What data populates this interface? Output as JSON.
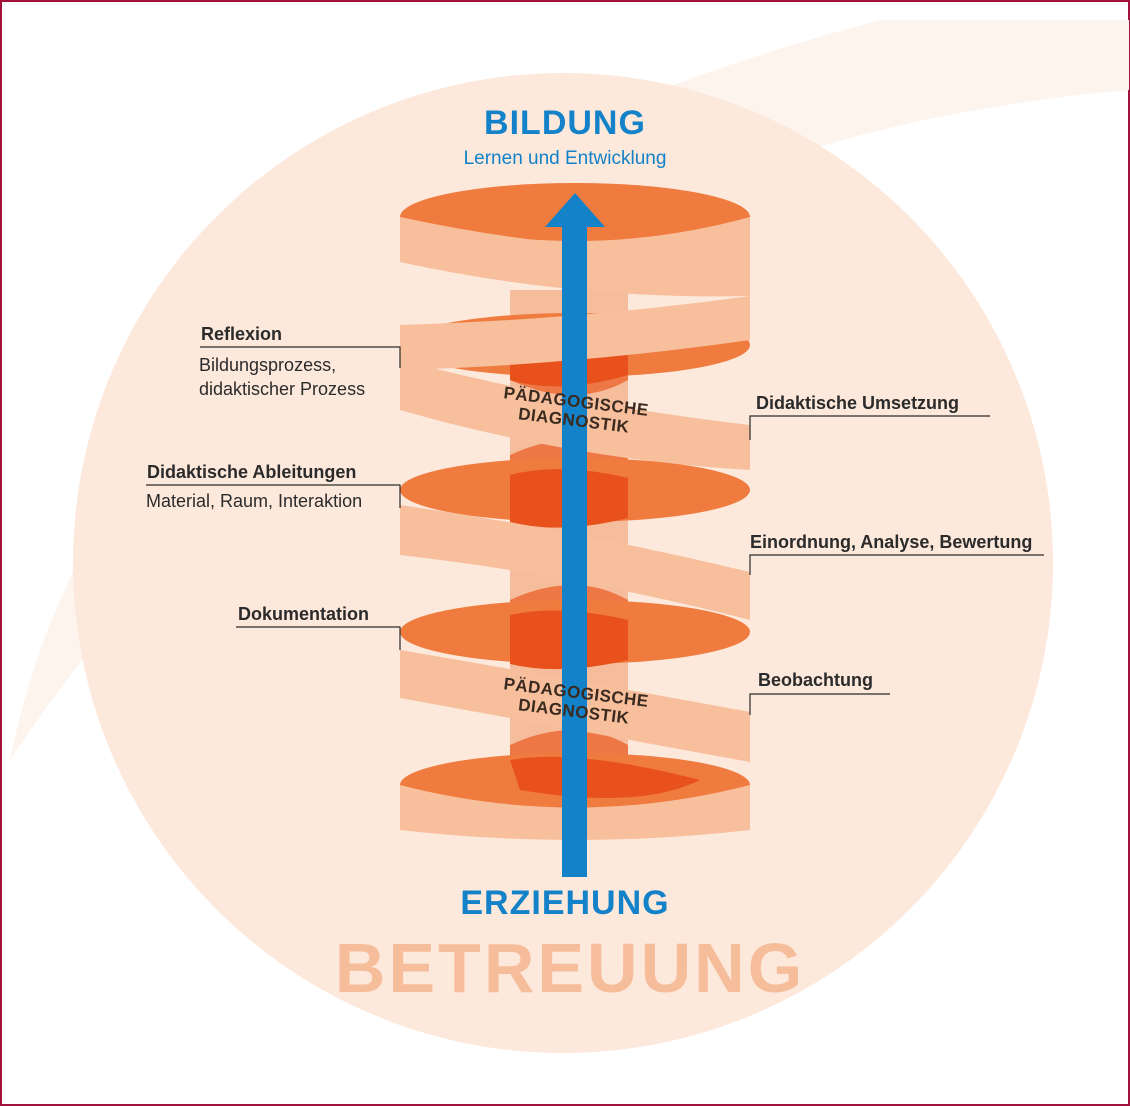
{
  "top": {
    "title": "BILDUNG",
    "subtitle": "Lernen und Entwicklung"
  },
  "bottom": {
    "title": "ERZIEHUNG",
    "care": "BETREUUNG"
  },
  "spiral_labels": {
    "upper": [
      "PÄDAGOGISCHE",
      "DIAGNOSTIK"
    ],
    "lower": [
      "PÄDAGOGISCHE",
      "DIAGNOSTIK"
    ]
  },
  "left_labels": {
    "reflexion": {
      "title": "Reflexion",
      "line1": "Bildungsprozess,",
      "line2": "didaktischer Prozess"
    },
    "ableitungen": {
      "title": "Didaktische Ableitungen",
      "line1": "Material, Raum, Interaktion"
    },
    "dokumentation": {
      "title": "Dokumentation"
    }
  },
  "right_labels": {
    "umsetzung": {
      "title": "Didaktische Umsetzung"
    },
    "einordnung": {
      "title": "Einordnung, Analyse, Bewertung"
    },
    "beobachtung": {
      "title": "Beobachtung"
    }
  },
  "colors": {
    "border": "#a3123a",
    "circle": "#fde8dc",
    "ribbon_front": "#f8bf9c",
    "ribbon_top": "#ef7b3f",
    "ribbon_back": "#e8511c",
    "arrow": "#1382c8",
    "care_text": "#f6bd9a",
    "label_text": "#2b2b2b"
  }
}
